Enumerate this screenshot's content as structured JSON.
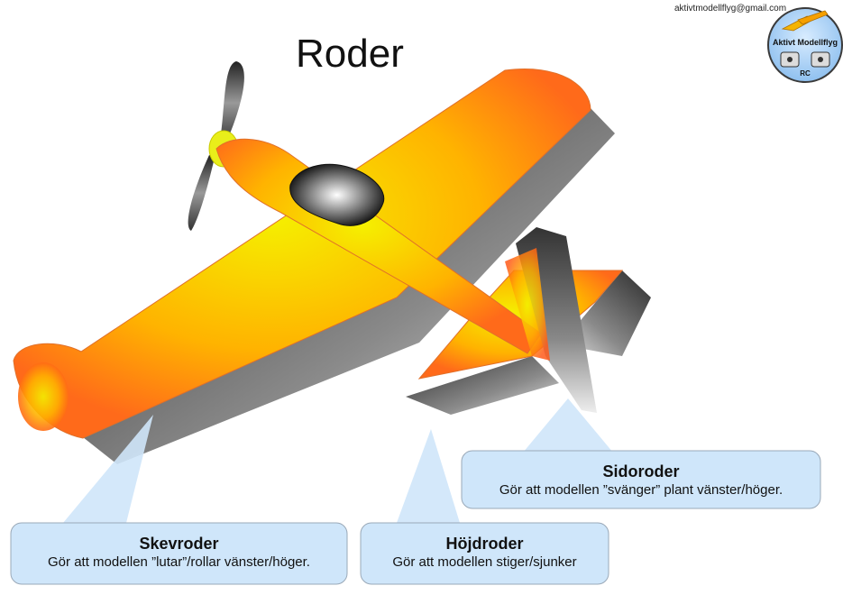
{
  "header": {
    "email": "aktivtmodellflyg@gmail.com",
    "title": "Roder"
  },
  "logo": {
    "name": "Aktivt Modellflyg",
    "sub": "RC"
  },
  "callouts": {
    "skevroder": {
      "title": "Skevroder",
      "desc": "Gör att modellen ”lutar”/rollar vänster/höger."
    },
    "hojdroder": {
      "title": "Höjdroder",
      "desc": "Gör att modellen stiger/sjunker"
    },
    "sidoroder": {
      "title": "Sidoroder",
      "desc": "Gör att modellen ”svänger” plant vänster/höger."
    }
  },
  "colors": {
    "wing_orange": "#ff7a1a",
    "wing_yellow": "#f2f000",
    "rudder_gray": "#3a3a3a",
    "callout_fill": "#cfe6fa",
    "callout_stroke": "#9aa9b8"
  }
}
